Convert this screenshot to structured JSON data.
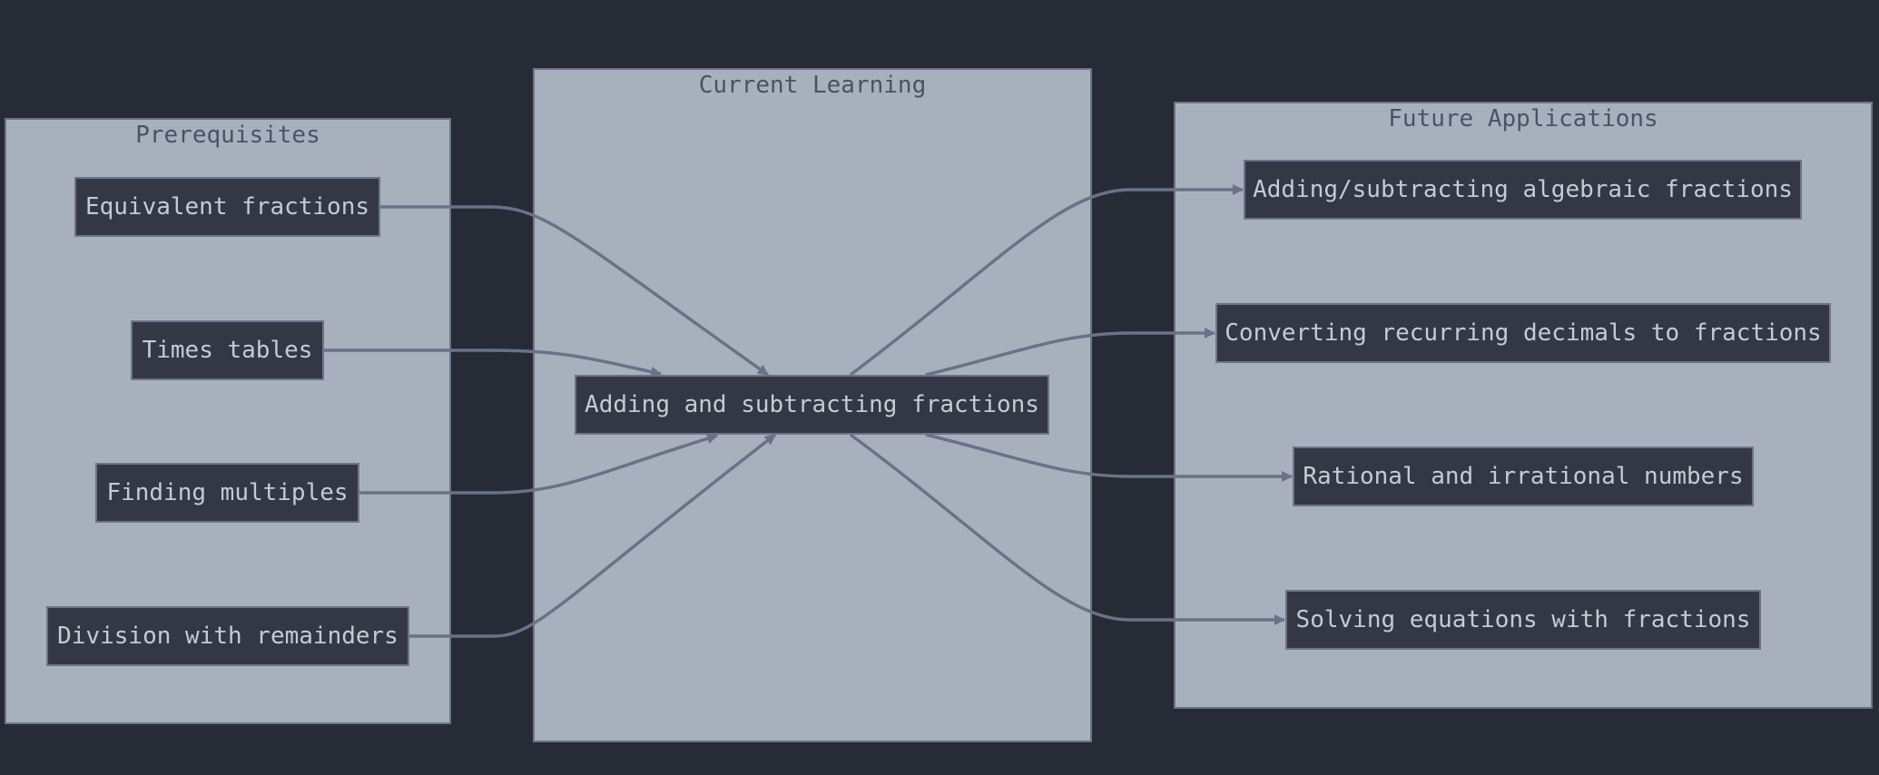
{
  "clusters": {
    "prerequisites": {
      "title": "Prerequisites"
    },
    "current": {
      "title": "Current Learning"
    },
    "future": {
      "title": "Future Applications"
    }
  },
  "nodes": {
    "equivalent_fractions": "Equivalent fractions",
    "times_tables": "Times tables",
    "finding_multiples": "Finding multiples",
    "division_remainders": "Division with remainders",
    "adding_subtracting": "Adding and subtracting fractions",
    "algebraic_fractions": "Adding/subtracting algebraic fractions",
    "recurring_decimals": "Converting recurring decimals to fractions",
    "rational_irrational": "Rational and irrational numbers",
    "solving_equations": "Solving equations with fractions"
  },
  "edges": [
    {
      "from": "equivalent_fractions",
      "to": "adding_subtracting"
    },
    {
      "from": "times_tables",
      "to": "adding_subtracting"
    },
    {
      "from": "finding_multiples",
      "to": "adding_subtracting"
    },
    {
      "from": "division_remainders",
      "to": "adding_subtracting"
    },
    {
      "from": "adding_subtracting",
      "to": "algebraic_fractions"
    },
    {
      "from": "adding_subtracting",
      "to": "recurring_decimals"
    },
    {
      "from": "adding_subtracting",
      "to": "rational_irrational"
    },
    {
      "from": "adding_subtracting",
      "to": "solving_equations"
    }
  ],
  "colors": {
    "background": "#272b35",
    "cluster_fill": "#a9b0bd",
    "node_fill": "#343845",
    "node_text": "#c6cad3",
    "edge": "#6a7189"
  }
}
